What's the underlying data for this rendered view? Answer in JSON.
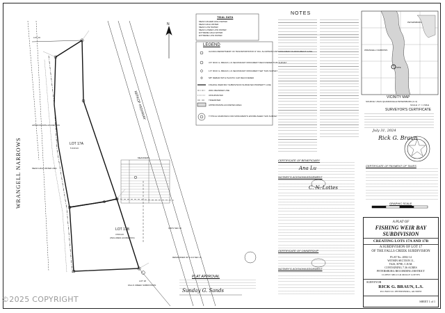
{
  "tidal": {
    "title": "TIDAL DATA",
    "lines": [
      "MEAN HIGHER HIGH WATER",
      "MEAN HIGH WATER",
      "MEAN LOW WATER",
      "MEAN LOWER LOW WATER",
      "EXTREME HIGH WATER",
      "EXTREME LOW WATER"
    ]
  },
  "legend": {
    "title": "LEGEND",
    "items": [
      "ALASKA DEPARTMENT OF TRANSPORTATION 3\" DIA. ALUMINUM CAP MONUMENT IN MONUMENT CASE",
      "3.5\" RICK G. BRAUN, LS SECONDARY MONUMENT RECOVERED THIS SURVEY",
      "1.5\" RICK G. BRAUN, LS SECONDARY MONUMENT SET THIS SURVEY",
      "5/8\" REBAR WITH PLASTIC CAP RECOVERED",
      "FISHING WEIR BAY SUBDIVISION SURVEYED PROPERTY LINE",
      "2001 MEANDER LINE",
      "UNSURVEYED",
      "TIDEWATER",
      "APPROXIMATE ACCRETED AREA",
      "TYPICAL MARKINGS FOR MONUMENTS ESTABLISHED THIS SURVEY"
    ]
  },
  "map": {
    "water_label": "WRANGELL NARROWS",
    "highway_label": "MITKOF HIGHWAY",
    "lot_17a_label": "LOT 17A",
    "lot_17a_area": "5.343 AC",
    "lot_17b_label": "LOT 17B",
    "lot_17b_area": "3.504 AC",
    "lot_17b_sub": "(INCLUDES ACCRETION)",
    "lot_16_label": "LOT 16",
    "lot_18_label": "LOT 18",
    "falls_creek": "FALLS CREEK SUBDIVISION",
    "usfs_label": "USFS SEC 11",
    "meanders_title": "MEANDERS",
    "remainder": "REMAINDER OF S 1/4 SEC 11",
    "mhw_note": "MEAN HIGH WATER 2001",
    "approx_accretion": "APPROXIMATE ACCRETION"
  },
  "notes": {
    "title": "NOTES"
  },
  "vicinity": {
    "title": "VICINITY MAP",
    "source": "SOURCE: USGS QUADRANGLE PETERSBURG (C-3)",
    "scale": "SCALE: 1\" = 1 MILE",
    "label_petersburg": "PETERSBURG",
    "label_wrangell": "WRANGELL NARROWS",
    "label_site": "SITE"
  },
  "surveyor_cert": {
    "title": "SURVEYOR'S CERTIFICATE",
    "date": "July 31, 2024"
  },
  "certificates": {
    "beneficiary": "CERTIFICATE OF BENEFICIARY",
    "notary1": "NOTARY'S ACKNOWLEDGEMENT",
    "ownership": "CERTIFICATE OF OWNERSHIP",
    "notary2": "NOTARY'S ACKNOWLEDGEMENT",
    "payment": "CERTIFICATE OF PAYMENT OF TAXES",
    "plat_approval": "PLAT APPROVAL",
    "graphic_scale": "GRAPHIC SCALE"
  },
  "title_block": {
    "line1": "A PLAT OF",
    "line2": "FISHING WEIR BAY",
    "line3": "SUBDIVISION",
    "line4": "CREATING LOTS 17A AND 17B",
    "line5": "A SUBDIVISION OF LOT 17",
    "line6": "OF THE FALLS CREEK SUBDIVISION",
    "plat_no": "PLAT No. 2002-14",
    "section": "WITHIN SECTION 11,",
    "township": "T62S, R79E, C.R.M.",
    "contains": "CONTAINING 7.36 ACRES",
    "district": "PETERSBURG RECORDING DISTRICT",
    "client": "CLIENT: MILLS & MOLLY LOTTES",
    "surveyor_label": "SURVEYOR",
    "surveyor_name": "RICK G. BRAUN, L.S.",
    "surveyor_addr": "P.O. BOX 911 PETERSBURG, AK 99833",
    "sheet": "SHEET 1 of 1"
  },
  "watermark": "©2025 COPYRIGHT"
}
